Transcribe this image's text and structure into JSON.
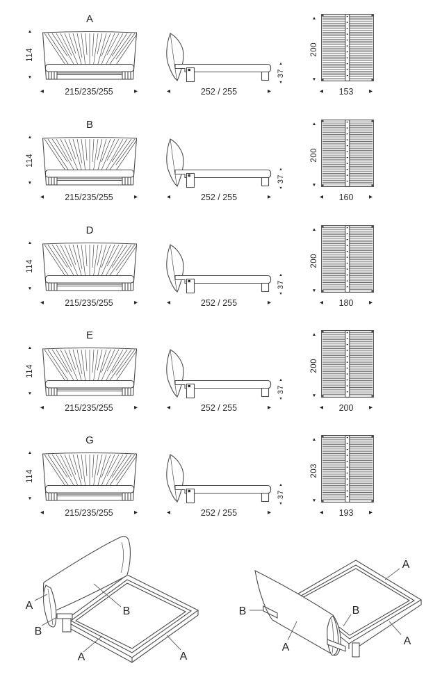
{
  "sheet": {
    "description": "Bed model dimension sheet with assembly views"
  },
  "icons": {
    "arrow_up": "▲",
    "arrow_down": "▼",
    "arrow_left": "◀",
    "arrow_right": "▶"
  },
  "rows": [
    {
      "label": "A",
      "front_height": "114",
      "front_width": "215/235/255",
      "side_depth": "252 / 255",
      "side_height": "37",
      "top_length": "200",
      "top_width": "153"
    },
    {
      "label": "B",
      "front_height": "114",
      "front_width": "215/235/255",
      "side_depth": "252 / 255",
      "side_height": "37",
      "top_length": "200",
      "top_width": "160"
    },
    {
      "label": "D",
      "front_height": "114",
      "front_width": "215/235/255",
      "side_depth": "252 / 255",
      "side_height": "37",
      "top_length": "200",
      "top_width": "180"
    },
    {
      "label": "E",
      "front_height": "114",
      "front_width": "215/235/255",
      "side_depth": "252 / 255",
      "side_height": "37",
      "top_length": "200",
      "top_width": "200"
    },
    {
      "label": "G",
      "front_height": "114",
      "front_width": "215/235/255",
      "side_depth": "252 / 255",
      "side_height": "37",
      "top_length": "203",
      "top_width": "193"
    }
  ],
  "assembly": {
    "left": {
      "label_headboard": "A",
      "label_front_leg": "B",
      "label_panel": "B",
      "label_front_rail": "A",
      "label_right_rail": "A"
    },
    "right": {
      "label_far_rail": "A",
      "label_bracket": "B",
      "label_leaf_leg": "B",
      "label_panel_back": "A",
      "label_near_rail": "A"
    }
  }
}
